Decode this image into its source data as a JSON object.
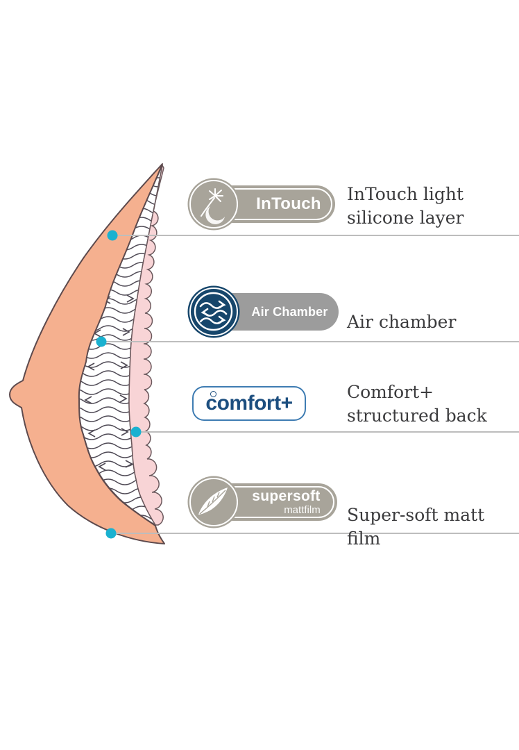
{
  "colors": {
    "peach_silicone": "#f5b08f",
    "pink_back_film": "#f8d4d6",
    "outline": "#5d4a4d",
    "teal_dot": "#1ab1d0",
    "leader_line": "#bdbdbd",
    "badge_taupe": "#a8a49a",
    "badge_gray": "#9c9c9c",
    "badge_navy": "#16466b",
    "comfort_blue": "#1c4e7f",
    "label_text": "#3b3b3d"
  },
  "rows": [
    {
      "badge": {
        "label": "InTouch",
        "icon": "dandelion-icon"
      },
      "lines": [
        "InTouch light",
        "silicone layer"
      ]
    },
    {
      "badge": {
        "label": "Air Chamber",
        "icon": "air-flow-waves-icon"
      },
      "lines": [
        "Air chamber"
      ]
    },
    {
      "badge": {
        "label": "comfort+",
        "icon": "degree-ring-icon"
      },
      "lines": [
        "Comfort+",
        "structured back"
      ]
    },
    {
      "badge": {
        "label": "supersoft",
        "sublabel": "mattfilm",
        "icon": "feather-icon"
      },
      "lines": [
        "Super-soft matt film"
      ]
    }
  ]
}
